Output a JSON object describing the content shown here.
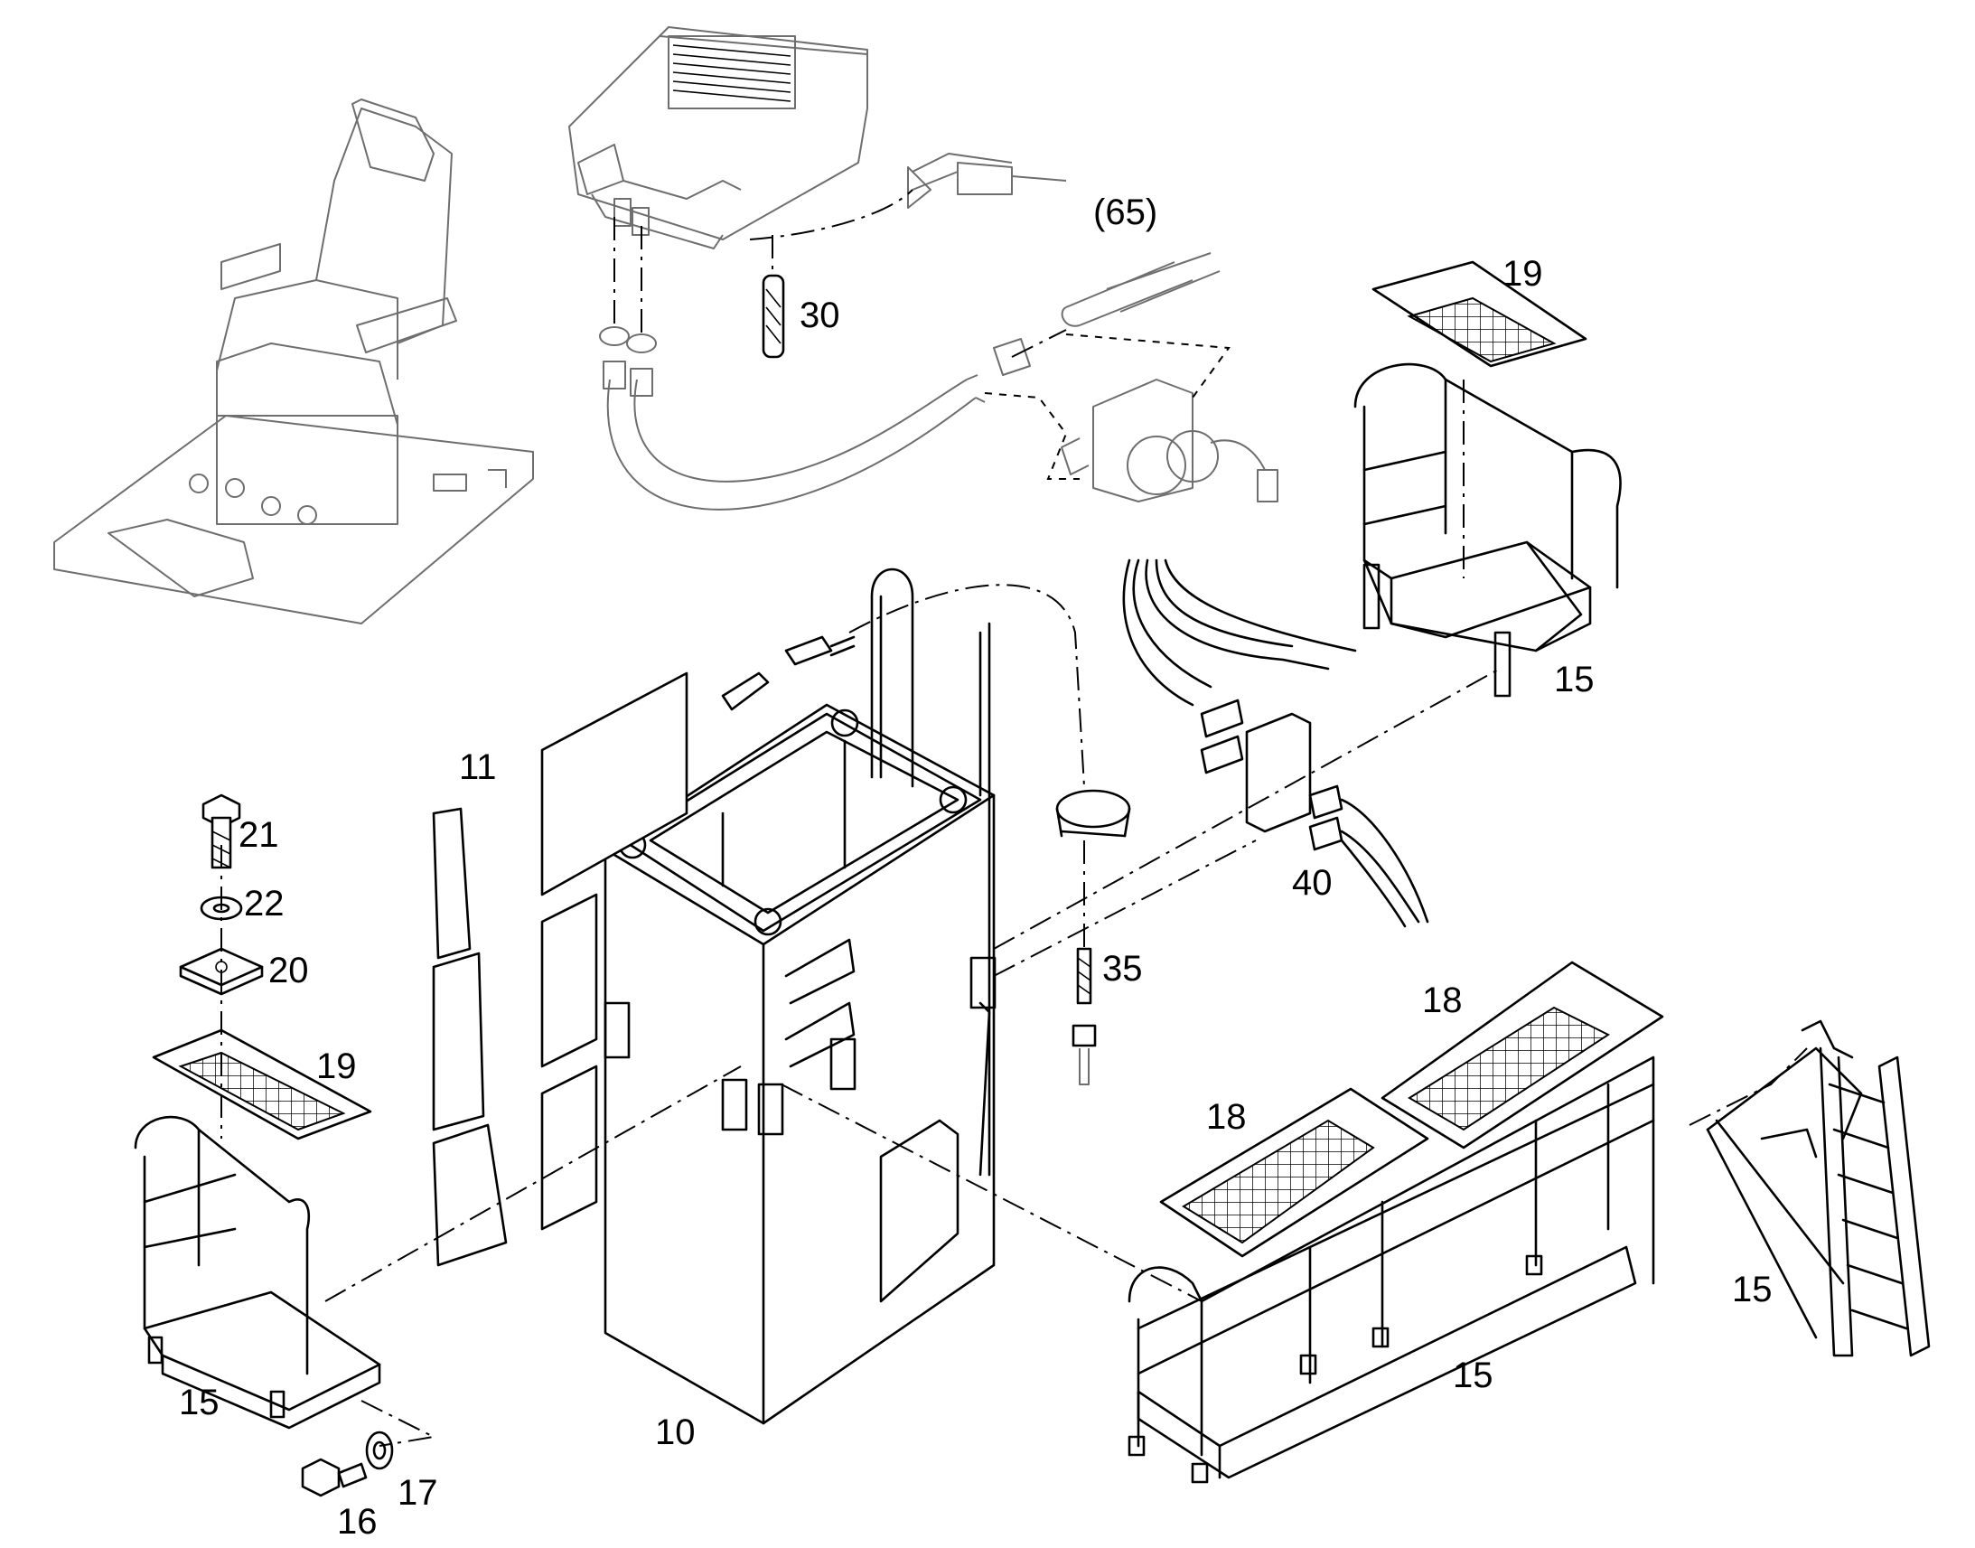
{
  "callouts": {
    "c65": "(65)",
    "c30": "30",
    "c19a": "19",
    "c15a": "15",
    "c11": "11",
    "c21": "21",
    "c22": "22",
    "c20": "20",
    "c19b": "19",
    "c40": "40",
    "c35": "35",
    "c18a": "18",
    "c18b": "18",
    "c15b": "15",
    "c15c": "15",
    "c15d": "15",
    "c10": "10",
    "c17": "17",
    "c16": "16"
  }
}
